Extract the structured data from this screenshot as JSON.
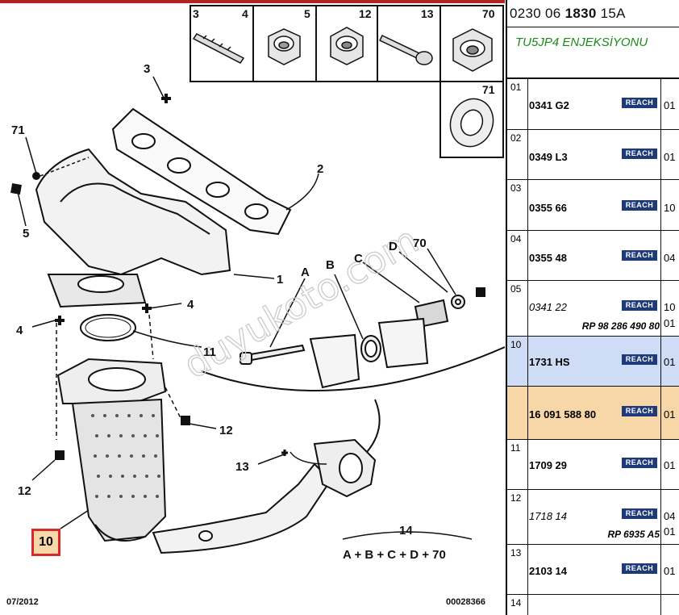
{
  "diagram": {
    "callouts": [
      {
        "id": "c3",
        "label": "3"
      },
      {
        "id": "c71",
        "label": "71"
      },
      {
        "id": "c2",
        "label": "2"
      },
      {
        "id": "c5",
        "label": "5"
      },
      {
        "id": "c1",
        "label": "1"
      },
      {
        "id": "c4a",
        "label": "4"
      },
      {
        "id": "c4b",
        "label": "4"
      },
      {
        "id": "c11",
        "label": "11"
      },
      {
        "id": "c12a",
        "label": "12"
      },
      {
        "id": "c12b",
        "label": "12"
      },
      {
        "id": "c13",
        "label": "13"
      },
      {
        "id": "c14",
        "label": "14"
      },
      {
        "id": "cA",
        "label": "A"
      },
      {
        "id": "cB",
        "label": "B"
      },
      {
        "id": "cC",
        "label": "C"
      },
      {
        "id": "cD",
        "label": "D"
      },
      {
        "id": "c70",
        "label": "70"
      }
    ],
    "highlighted_callout": "10",
    "kit_formula": "A + B + C + D + 70",
    "footer_date": "07/2012",
    "footer_code": "00028366",
    "watermark": "duyukoto.com",
    "hardware_legend": [
      "3",
      "4",
      "5",
      "12",
      "13",
      "70",
      "71"
    ]
  },
  "table": {
    "ref_prefix": "0230 06",
    "ref_bold": "1830",
    "ref_suffix": "15A",
    "engine": "TU5JP4 ENJEKSİYONU",
    "reach_label": "REACH",
    "rows": [
      {
        "num": "01",
        "part": "0341 G2",
        "qty": "01"
      },
      {
        "num": "02",
        "part": "0349 L3",
        "qty": "01"
      },
      {
        "num": "03",
        "part": "0355 66",
        "qty": "10"
      },
      {
        "num": "04",
        "part": "0355 48",
        "qty": "04"
      },
      {
        "num": "05",
        "part": "0341 22",
        "qty": "10",
        "qty2": "01",
        "rp": "RP 98 286 490 80"
      },
      {
        "num": "10",
        "part": "1731 HS",
        "qty": "01"
      },
      {
        "num": "",
        "part": "16 091 588 80",
        "qty": "01"
      },
      {
        "num": "11",
        "part": "1709 29",
        "qty": "01"
      },
      {
        "num": "12",
        "part": "1718 14",
        "qty": "04",
        "qty2": "01",
        "rp": "RP 6935 A5"
      },
      {
        "num": "13",
        "part": "2103 14",
        "qty": "01"
      },
      {
        "num": "14",
        "part": "",
        "qty": ""
      }
    ]
  },
  "colors": {
    "highlight_row_blue": "#cfdcf5",
    "highlight_row_orange": "#f7d7a8",
    "highlight_border_red": "#d9282a",
    "reach_badge": "#1e3a7a",
    "engine_green": "#1a8a1a",
    "top_rule_red": "#b22222"
  }
}
